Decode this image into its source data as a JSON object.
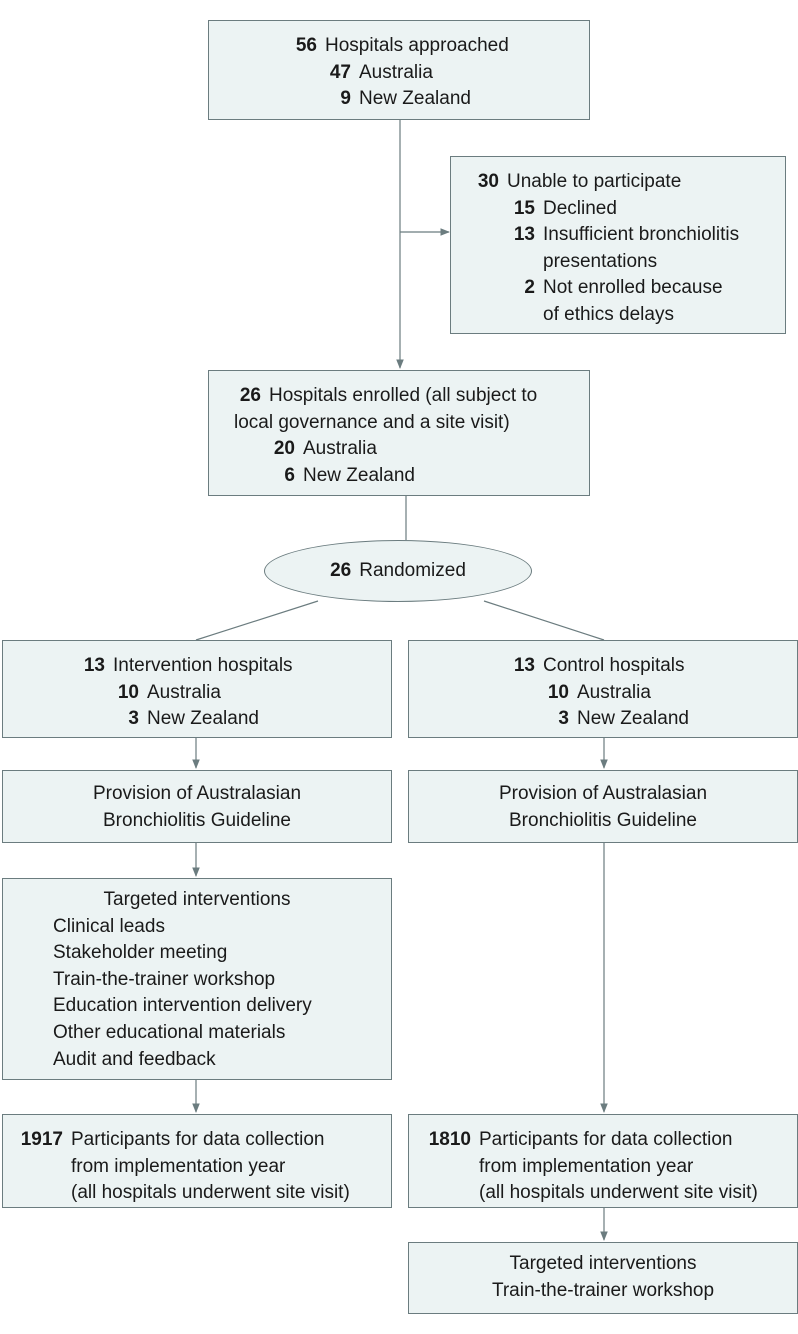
{
  "approached": {
    "total": {
      "num": "56",
      "text": "Hospitals approached"
    },
    "australia": {
      "num": "47",
      "text": "Australia"
    },
    "nz": {
      "num": "9",
      "text": "New Zealand"
    }
  },
  "excluded": {
    "total": {
      "num": "30",
      "text": "Unable to participate"
    },
    "declined": {
      "num": "15",
      "text": "Declined"
    },
    "insufficient": {
      "num": "13",
      "line1": "Insufficient bronchiolitis",
      "line2": "presentations"
    },
    "ethics": {
      "num": "2",
      "line1": "Not enrolled because",
      "line2": "of ethics delays"
    }
  },
  "enrolled": {
    "total": {
      "num": "26",
      "line1": "Hospitals enrolled (all subject to",
      "line2": "local governance and a site visit)"
    },
    "australia": {
      "num": "20",
      "text": "Australia"
    },
    "nz": {
      "num": "6",
      "text": "New Zealand"
    }
  },
  "randomized": {
    "num": "26",
    "text": "Randomized"
  },
  "intervention": {
    "total": {
      "num": "13",
      "text": "Intervention hospitals"
    },
    "australia": {
      "num": "10",
      "text": "Australia"
    },
    "nz": {
      "num": "3",
      "text": "New Zealand"
    },
    "guideline": {
      "line1": "Provision of Australasian",
      "line2": "Bronchiolitis Guideline"
    },
    "targeted": {
      "title": "Targeted interventions",
      "items": [
        "Clinical leads",
        "Stakeholder meeting",
        "Train-the-trainer workshop",
        "Education intervention delivery",
        "Other educational materials",
        "Audit and feedback"
      ]
    },
    "participants": {
      "num": "1917",
      "line1": "Participants for data collection",
      "line2": "from implementation year",
      "line3": "(all hospitals underwent site visit)"
    }
  },
  "control": {
    "total": {
      "num": "13",
      "text": "Control hospitals"
    },
    "australia": {
      "num": "10",
      "text": "Australia"
    },
    "nz": {
      "num": "3",
      "text": "New Zealand"
    },
    "guideline": {
      "line1": "Provision of Australasian",
      "line2": "Bronchiolitis Guideline"
    },
    "participants": {
      "num": "1810",
      "line1": "Participants for data collection",
      "line2": "from implementation year",
      "line3": "(all hospitals underwent site visit)"
    },
    "targeted": {
      "title": "Targeted interventions",
      "item": "Train-the-trainer workshop"
    }
  },
  "colors": {
    "box_fill": "#ecf3f3",
    "box_border": "#6b7c7f",
    "line": "#6b7c7f"
  }
}
